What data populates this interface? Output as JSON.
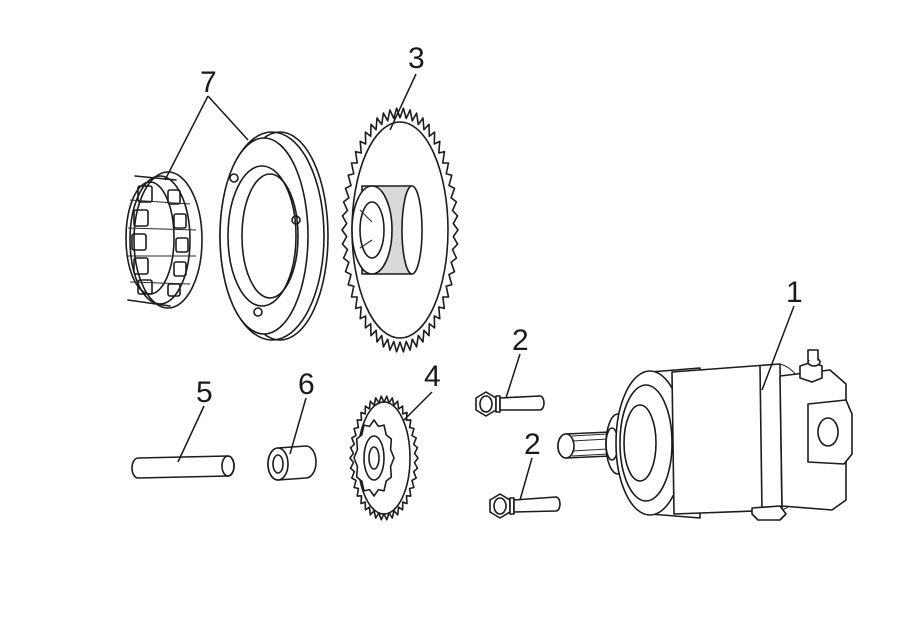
{
  "parts": [
    {
      "id": "starter-motor",
      "callout": "1"
    },
    {
      "id": "bolt-upper",
      "callout": "2"
    },
    {
      "id": "bolt-lower",
      "callout": "2"
    },
    {
      "id": "driven-gear",
      "callout": "3"
    },
    {
      "id": "idle-gear",
      "callout": "4"
    },
    {
      "id": "shaft",
      "callout": "5"
    },
    {
      "id": "bushing",
      "callout": "6"
    },
    {
      "id": "one-way-clutch",
      "callout": "7"
    }
  ],
  "colors": {
    "line": "#1c1c1c",
    "shade": "#d9d9d9",
    "background": "#ffffff"
  }
}
